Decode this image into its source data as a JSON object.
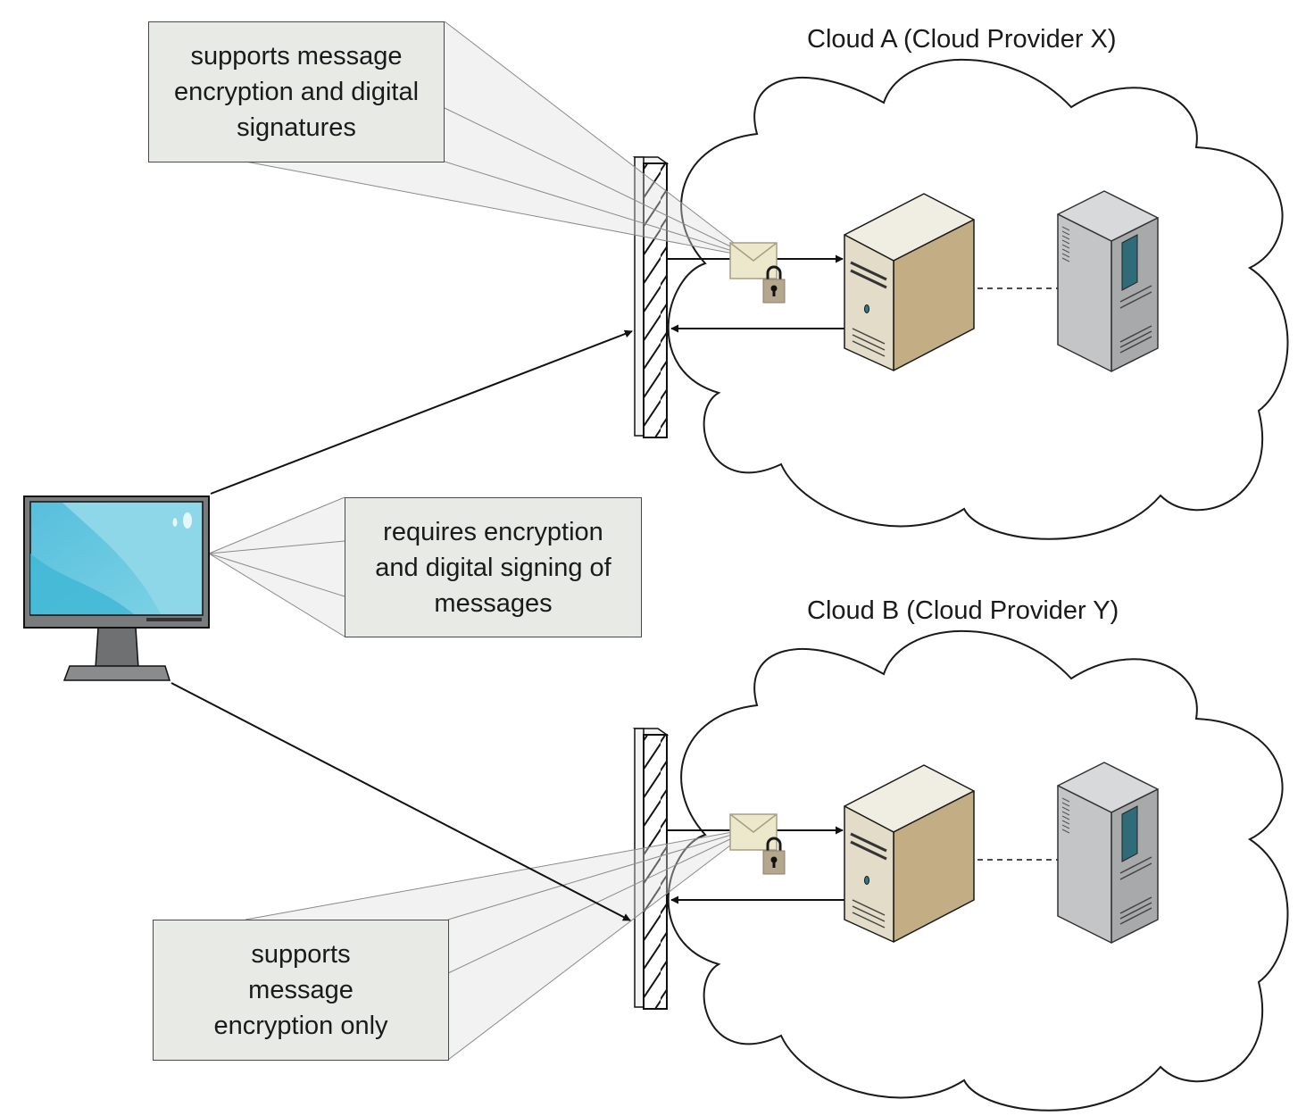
{
  "callouts": {
    "cloud_a_support": "supports message encryption and digital signatures",
    "client_requirement": "requires encryption and digital signing of messages",
    "cloud_b_support": "supports message encryption only"
  },
  "clouds": {
    "a": {
      "title": "Cloud A (Cloud Provider X)"
    },
    "b": {
      "title": "Cloud B (Cloud Provider Y)"
    }
  },
  "colors": {
    "callout_fill": "#e8eae6",
    "cloud_outline": "#1a1a1a",
    "server_front": "#e3dcc8",
    "server_side": "#c2ad84",
    "server2_body": "#a7a9ab",
    "monitor_screen": "#58c2dc",
    "envelope": "#ece8cc",
    "padlock": "#b5a68e"
  },
  "icons": [
    "desktop-monitor-icon",
    "firewall-icon",
    "envelope-icon",
    "padlock-icon",
    "server-icon",
    "server-tower-icon"
  ]
}
